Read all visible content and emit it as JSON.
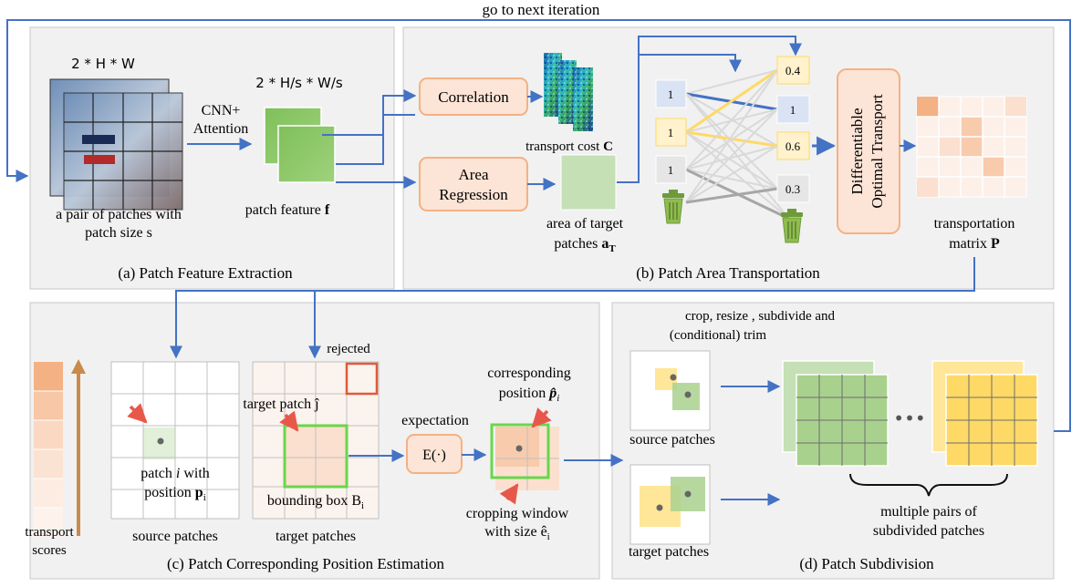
{
  "top_label": "go to next iteration",
  "panel_a": {
    "caption": "(a) Patch Feature Extraction",
    "input_size": "2 * H * W",
    "input_caption_line1": "a pair of patches with",
    "input_caption_line2": "patch size s",
    "cnn_line1": "CNN+",
    "cnn_line2": "Attention",
    "feature_size": "2 * H/s * W/s",
    "feature_caption": "patch feature",
    "feature_symbol": "f"
  },
  "panel_b": {
    "caption": "(b) Patch Area Transportation",
    "correlation": "Correlation",
    "area_line1": "Area",
    "area_line2": "Regression",
    "cost_caption": "transport cost",
    "cost_symbol": "C",
    "area_caption_line1": "area of target",
    "area_caption_line2": "patches",
    "area_symbol": "a",
    "area_sub": "T",
    "source_nodes": [
      "1",
      "1",
      "1"
    ],
    "target_nodes": [
      "0.4",
      "1",
      "0.6",
      "0.3"
    ],
    "dot_line1": "Differentiable",
    "dot_line2": "Optimal Transport",
    "matrix_caption_line1": "transportation",
    "matrix_caption_line2": "matrix",
    "matrix_symbol": "P"
  },
  "panel_c": {
    "caption": "(c) Patch Corresponding Position Estimation",
    "scores_line1": "transport",
    "scores_line2": "scores",
    "patch_label_line1": "patch",
    "patch_label_i": "i",
    "patch_label_with": "with",
    "patch_label_line2": "position",
    "patch_pos_symbol": "p",
    "patch_pos_sub": "i",
    "source_caption": "source patches",
    "rejected": "rejected",
    "target_patch_label": "target patch ĵ",
    "bbox_label": "bounding box B",
    "bbox_sub": "i",
    "target_caption": "target patches",
    "expectation": "expectation",
    "exp_op": "E(·)",
    "corr_line1": "corresponding",
    "corr_line2": "position",
    "corr_symbol": "p̂",
    "corr_sub": "i",
    "crop_line1": "cropping window",
    "crop_line2": "with size ê",
    "crop_sub": "i"
  },
  "panel_d": {
    "caption": "(d) Patch Subdivision",
    "title_line1": "crop, resize , subdivide and",
    "title_line2": "(conditional) trim",
    "source_caption": "source patches",
    "target_caption": "target patches",
    "ellipsis": "•••",
    "pairs_line1": "multiple pairs of",
    "pairs_line2": "subdivided patches"
  },
  "colors": {
    "arrow": "#4472c4",
    "panel_bg": "#f1f1f1",
    "panel_border": "#c8c8c8",
    "orange_fill": "#fce4d6",
    "orange_border": "#f4b183",
    "green": "#a9d18e",
    "yellow": "#ffe699",
    "red": "#e05a3a"
  }
}
